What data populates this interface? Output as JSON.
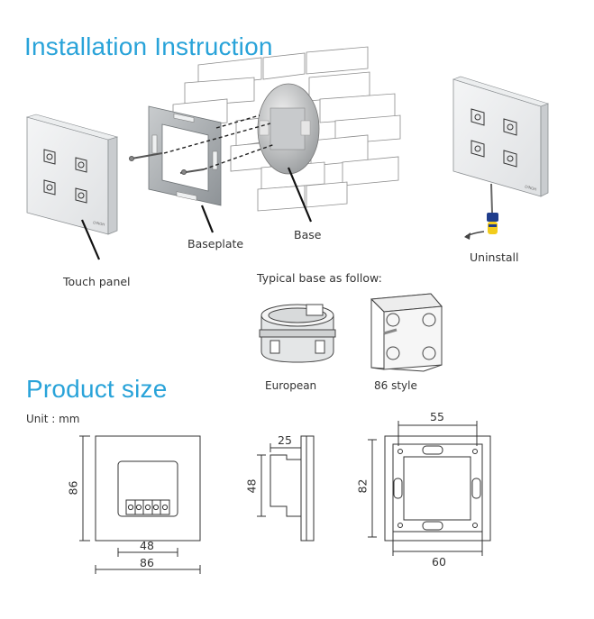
{
  "headings": {
    "installation": "Installation Instruction",
    "product_size": "Product size"
  },
  "install_labels": {
    "touch_panel": "Touch panel",
    "baseplate": "Baseplate",
    "base": "Base",
    "uninstall": "Uninstall"
  },
  "typical_base": {
    "caption": "Typical base as follow:",
    "european": "European",
    "style86": "86 style"
  },
  "product_size": {
    "unit": "Unit : mm",
    "front_width_inner": "48",
    "front_width_outer": "86",
    "front_height": "86",
    "side_depth": "25",
    "side_height": "48",
    "back_inner_width": "55",
    "back_outer_width": "60",
    "back_height": "82"
  },
  "panel_logo": "LYNOH"
}
